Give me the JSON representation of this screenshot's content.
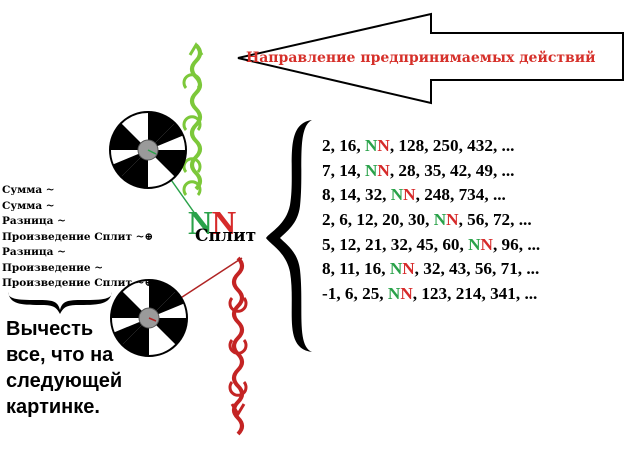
{
  "arrow_label": "Направление предпринимаемых действий",
  "nn": {
    "left": "N",
    "right": "N"
  },
  "split_label": "Сплит",
  "operations": [
    "Сумма ~",
    "Сумма ~",
    "Разница ~",
    "Произведение Сплит ~⊕",
    "Разница ~",
    "Произведение ~",
    "Произведение Сплит ~⊕"
  ],
  "subtract_text": [
    "Вычесть",
    "все, что на",
    "следующей",
    "картинке."
  ],
  "sequences": [
    {
      "before": "2, 16, ",
      "after": ", 128, 250, 432, ..."
    },
    {
      "before": "7, 14, ",
      "after": ", 28, 35, 42, 49, ..."
    },
    {
      "before": "8, 14, 32, ",
      "after": ", 248, 734, ..."
    },
    {
      "before": "2, 6, 12, 20, 30, ",
      "after": ", 56, 72, ..."
    },
    {
      "before": "5, 12, 21, 32, 45, 60, ",
      "after": ", 96, ..."
    },
    {
      "before": "8, 11, 16, ",
      "after": ", 32, 43, 56, 71, ..."
    },
    {
      "before": "-1, 6, 25, ",
      "after": ", 123, 214, 341, ..."
    }
  ],
  "colors": {
    "green": "#2aa24a",
    "red": "#d62a2a",
    "arrow_text": "#d6302a"
  },
  "icons": [
    "big-left-arrow-icon",
    "wheel-icon",
    "green-spiral-icon",
    "red-spiral-icon",
    "curly-brace-icon",
    "underbrace-icon"
  ]
}
